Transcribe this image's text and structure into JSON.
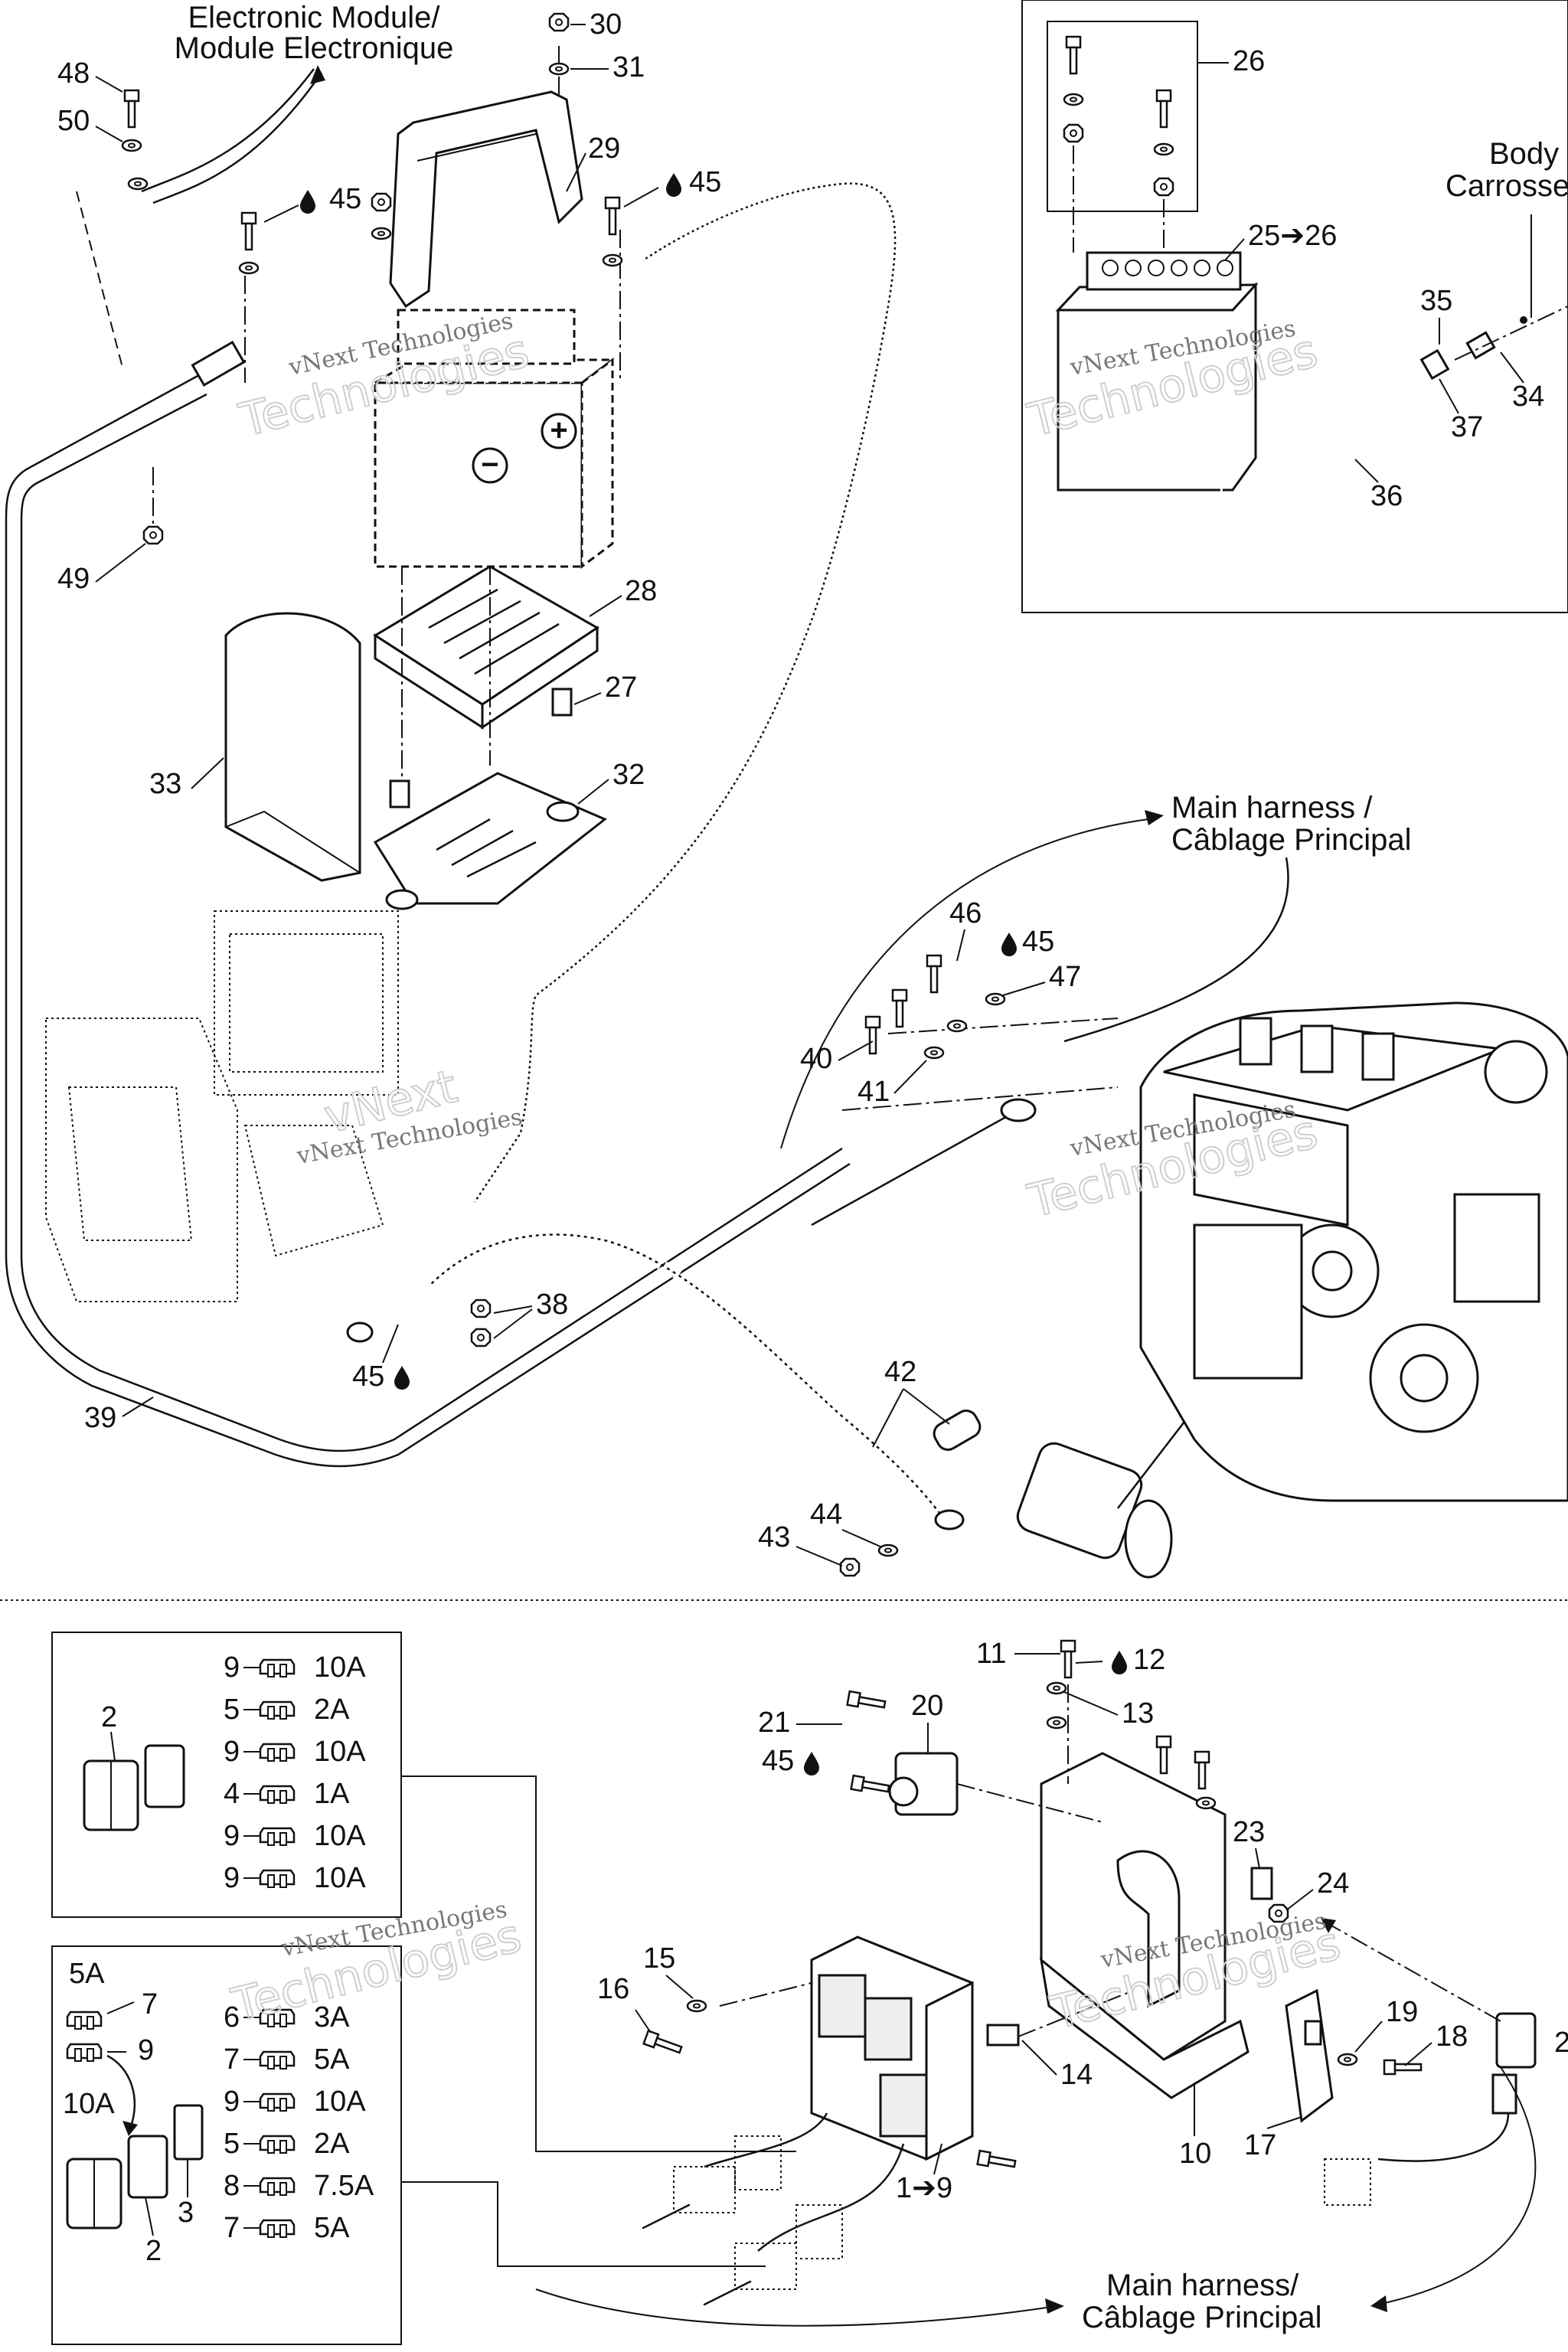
{
  "callouts": {
    "c1_9": "1➔9",
    "c2a": "2",
    "c2b": "2",
    "c3": "3",
    "c4": "4",
    "c5a": "5",
    "c5b": "5",
    "c6": "6",
    "c7a": "7",
    "c7b": "7",
    "c7c": "7",
    "c8": "8",
    "c9a": "9",
    "c9b": "9",
    "c9c": "9",
    "c9d": "9",
    "c9e": "9",
    "c9f": "9",
    "c10": "10",
    "c11": "11",
    "c12": "12",
    "c13": "13",
    "c14": "14",
    "c15": "15",
    "c16": "16",
    "c17": "17",
    "c18": "18",
    "c19": "19",
    "c20": "20",
    "c21": "21",
    "c23": "23",
    "c24": "24",
    "c25_26": "25➔26",
    "c26": "26",
    "c27": "27",
    "c28": "28",
    "c29": "29",
    "c30": "30",
    "c31": "31",
    "c32": "32",
    "c33": "33",
    "c34": "34",
    "c35": "35",
    "c36": "36",
    "c37": "37",
    "c38": "38",
    "c39": "39",
    "c40": "40",
    "c41": "41",
    "c42": "42",
    "c43": "43",
    "c44": "44",
    "c45a": "45",
    "c45b": "45",
    "c45c": "45",
    "c45d": "45",
    "c45e": "45",
    "c46": "46",
    "c47": "47",
    "c48": "48",
    "c49": "49",
    "c50": "50",
    "c22_partial": "2"
  },
  "fuse_box_1": {
    "rows": [
      {
        "part": "9",
        "rating": "10A"
      },
      {
        "part": "5",
        "rating": "2A"
      },
      {
        "part": "9",
        "rating": "10A"
      },
      {
        "part": "4",
        "rating": "1A"
      },
      {
        "part": "9",
        "rating": "10A"
      },
      {
        "part": "9",
        "rating": "10A"
      }
    ]
  },
  "fuse_box_2": {
    "top_label": "5A",
    "left_label": "10A",
    "rows": [
      {
        "part": "6",
        "rating": "3A"
      },
      {
        "part": "7",
        "rating": "5A"
      },
      {
        "part": "9",
        "rating": "10A"
      },
      {
        "part": "5",
        "rating": "2A"
      },
      {
        "part": "8",
        "rating": "7.5A"
      },
      {
        "part": "7",
        "rating": "5A"
      }
    ]
  },
  "notes": {
    "electronic_module_en": "Electronic Module/",
    "electronic_module_fr": "Module Electronique",
    "main_harness_en_top": "Main harness /",
    "main_harness_fr_top": "Câblage Principal",
    "main_harness_en_bottom": "Main harness/",
    "main_harness_fr_bottom": "Câblage Principal",
    "body_en": "Body",
    "body_fr": "Carrosse"
  },
  "watermark": {
    "company": "vNext Technologies",
    "line1": "vNext",
    "line2": "Technologies"
  },
  "symbols": {
    "plus": "+",
    "minus": "−"
  }
}
